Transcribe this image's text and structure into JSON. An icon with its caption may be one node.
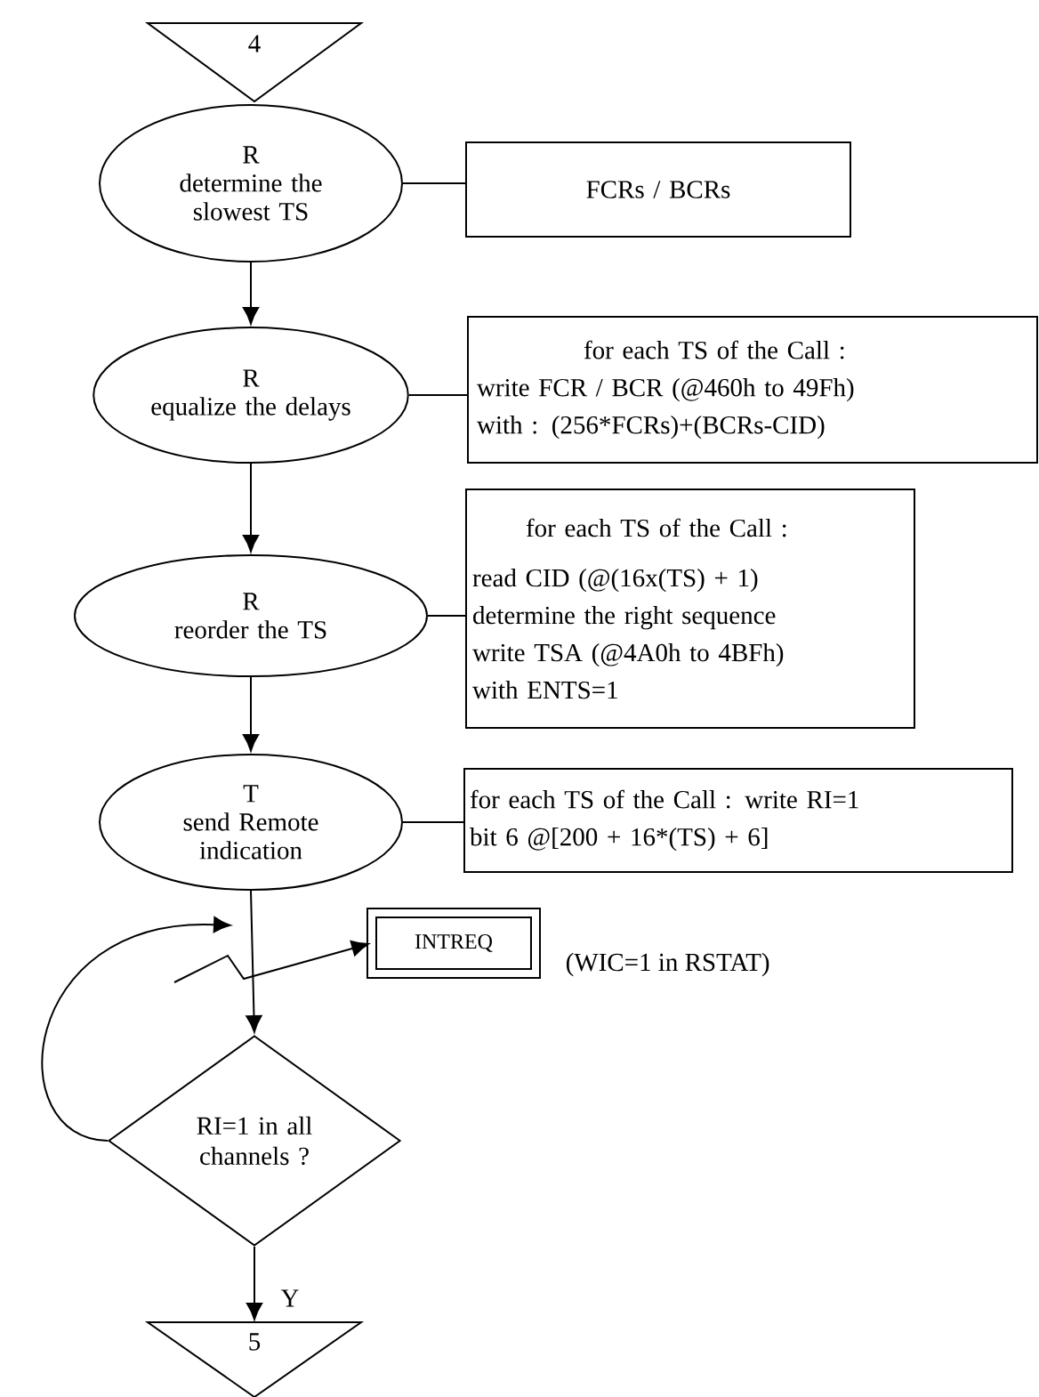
{
  "diagram": {
    "nodes": [
      {
        "text": [
          "4"
        ]
      },
      {
        "text": [
          "R",
          "determine the slowest TS"
        ]
      },
      {
        "text": [
          "FCRs / BCRs"
        ]
      },
      {
        "text": [
          "R",
          "equalize the delays"
        ]
      },
      {
        "text": [
          "for each TS of the Call :",
          "write FCR / BCR (@460h to 49Fh)",
          "with : (256*FCRs)+(BCRs-CID)"
        ]
      },
      {
        "text": [
          "R",
          "reorder the TS"
        ]
      },
      {
        "text": [
          "for each TS of the Call :",
          "read CID  (@(16x(TS) + 1)",
          "determine the right sequence",
          "write TSA (@4A0h to 4BFh)",
          "with ENTS=1"
        ]
      },
      {
        "text": [
          "T",
          "send Remote indication"
        ]
      },
      {
        "text": [
          "for each TS of the Call : write RI=1",
          "bit 6 @[200 + 16*(TS) + 6]"
        ]
      },
      {
        "text": [
          "INTREQ"
        ],
        "beside": [
          "(WIC=1 in RSTAT)"
        ]
      },
      {
        "text": [
          "RI=1 in all channels ?"
        ]
      },
      {
        "text": [
          "5"
        ]
      }
    ],
    "edges": [
      {
        "from": 1,
        "to": 2,
        "arrow": "none"
      },
      {
        "from": 1,
        "to": 3,
        "arrow": "to"
      },
      {
        "from": 3,
        "to": 4,
        "arrow": "none"
      },
      {
        "from": 3,
        "to": 5,
        "arrow": "to"
      },
      {
        "from": 5,
        "to": 6,
        "arrow": "none"
      },
      {
        "from": 5,
        "to": 7,
        "arrow": "to"
      },
      {
        "from": 7,
        "to": 8,
        "arrow": "none"
      },
      {
        "from": 7,
        "to": 10,
        "arrow": "to"
      },
      {
        "from": null,
        "to": 9,
        "arrow": "to"
      },
      {
        "from": 10,
        "to": null,
        "arrow": "to"
      },
      {
        "from": 10,
        "to": 11,
        "arrow": "to",
        "label": "Y"
      }
    ]
  }
}
